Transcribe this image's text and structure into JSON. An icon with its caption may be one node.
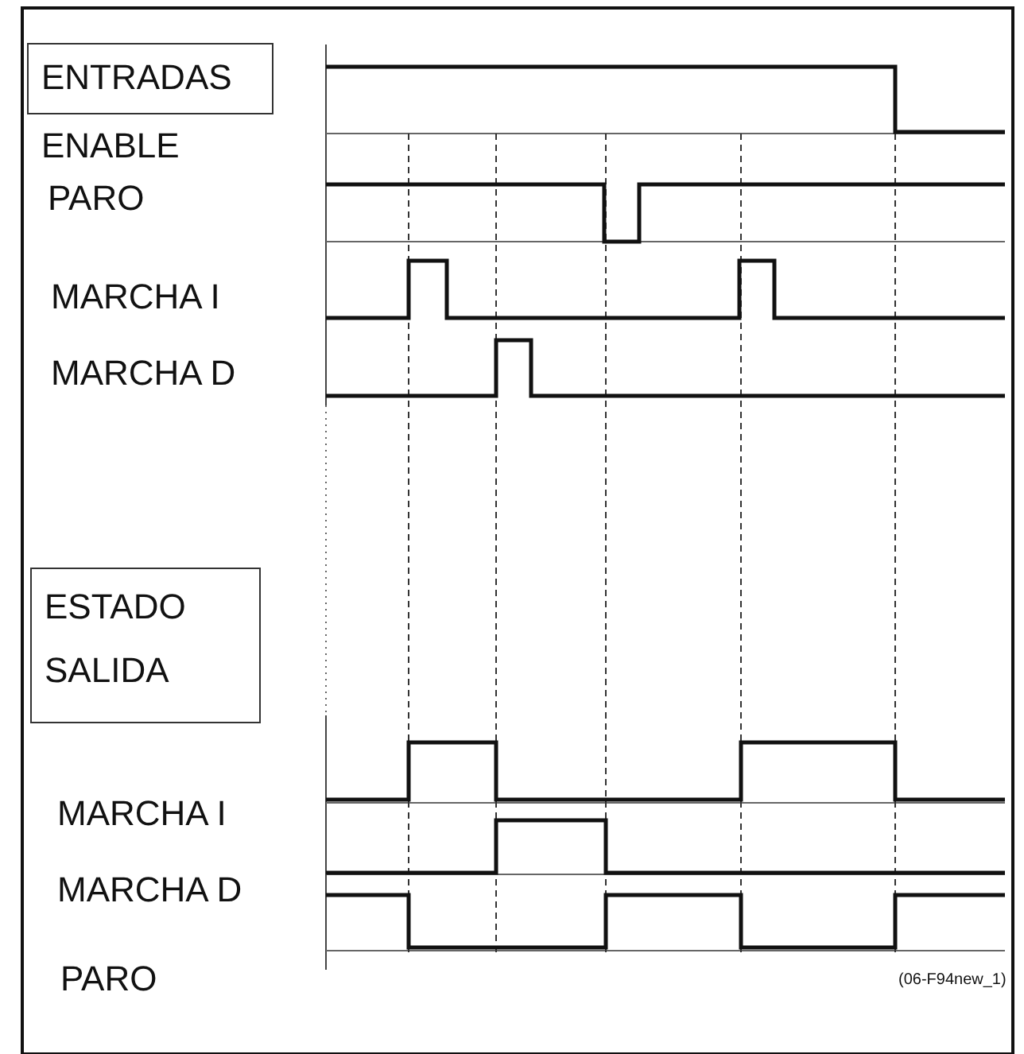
{
  "diagram": {
    "nodes": [
      {
        "text": [
          "ENTRADAS"
        ]
      },
      {
        "text": [
          "ESTADO SALIDA"
        ]
      }
    ],
    "edges": [],
    "labels": [
      "ENABLE",
      "PARO",
      "MARCHA I",
      "MARCHA D",
      "MARCHA I",
      "MARCHA D",
      "PARO",
      "(06-F94new_1)"
    ]
  }
}
